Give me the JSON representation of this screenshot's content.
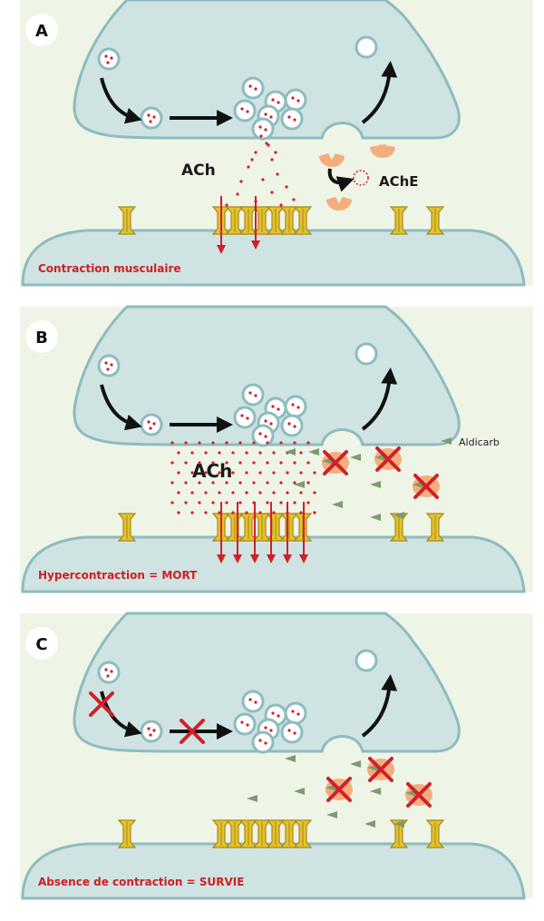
{
  "colors": {
    "panel_bg": "#eef4e6",
    "terminal_fill": "#cfe3e3",
    "membrane": "#8dbcbf",
    "ach": "#d0202a",
    "receptor": "#e3c22c",
    "receptor_edge": "#a8881a",
    "ache": "#f4ae7d",
    "aldicarb": "#7c9c6e",
    "cross": "#d0202a",
    "arrow": "#111111"
  },
  "panels": [
    {
      "letter": "A",
      "caption": "Contraction musculaire",
      "labels": {
        "ach": "ACh",
        "ache": "AChE"
      }
    },
    {
      "letter": "B",
      "caption": "Hypercontraction = MORT",
      "labels": {
        "ach": "ACh",
        "aldicarb": "Aldicarb"
      }
    },
    {
      "letter": "C",
      "caption": "Absence de contraction = SURVIE"
    }
  ]
}
